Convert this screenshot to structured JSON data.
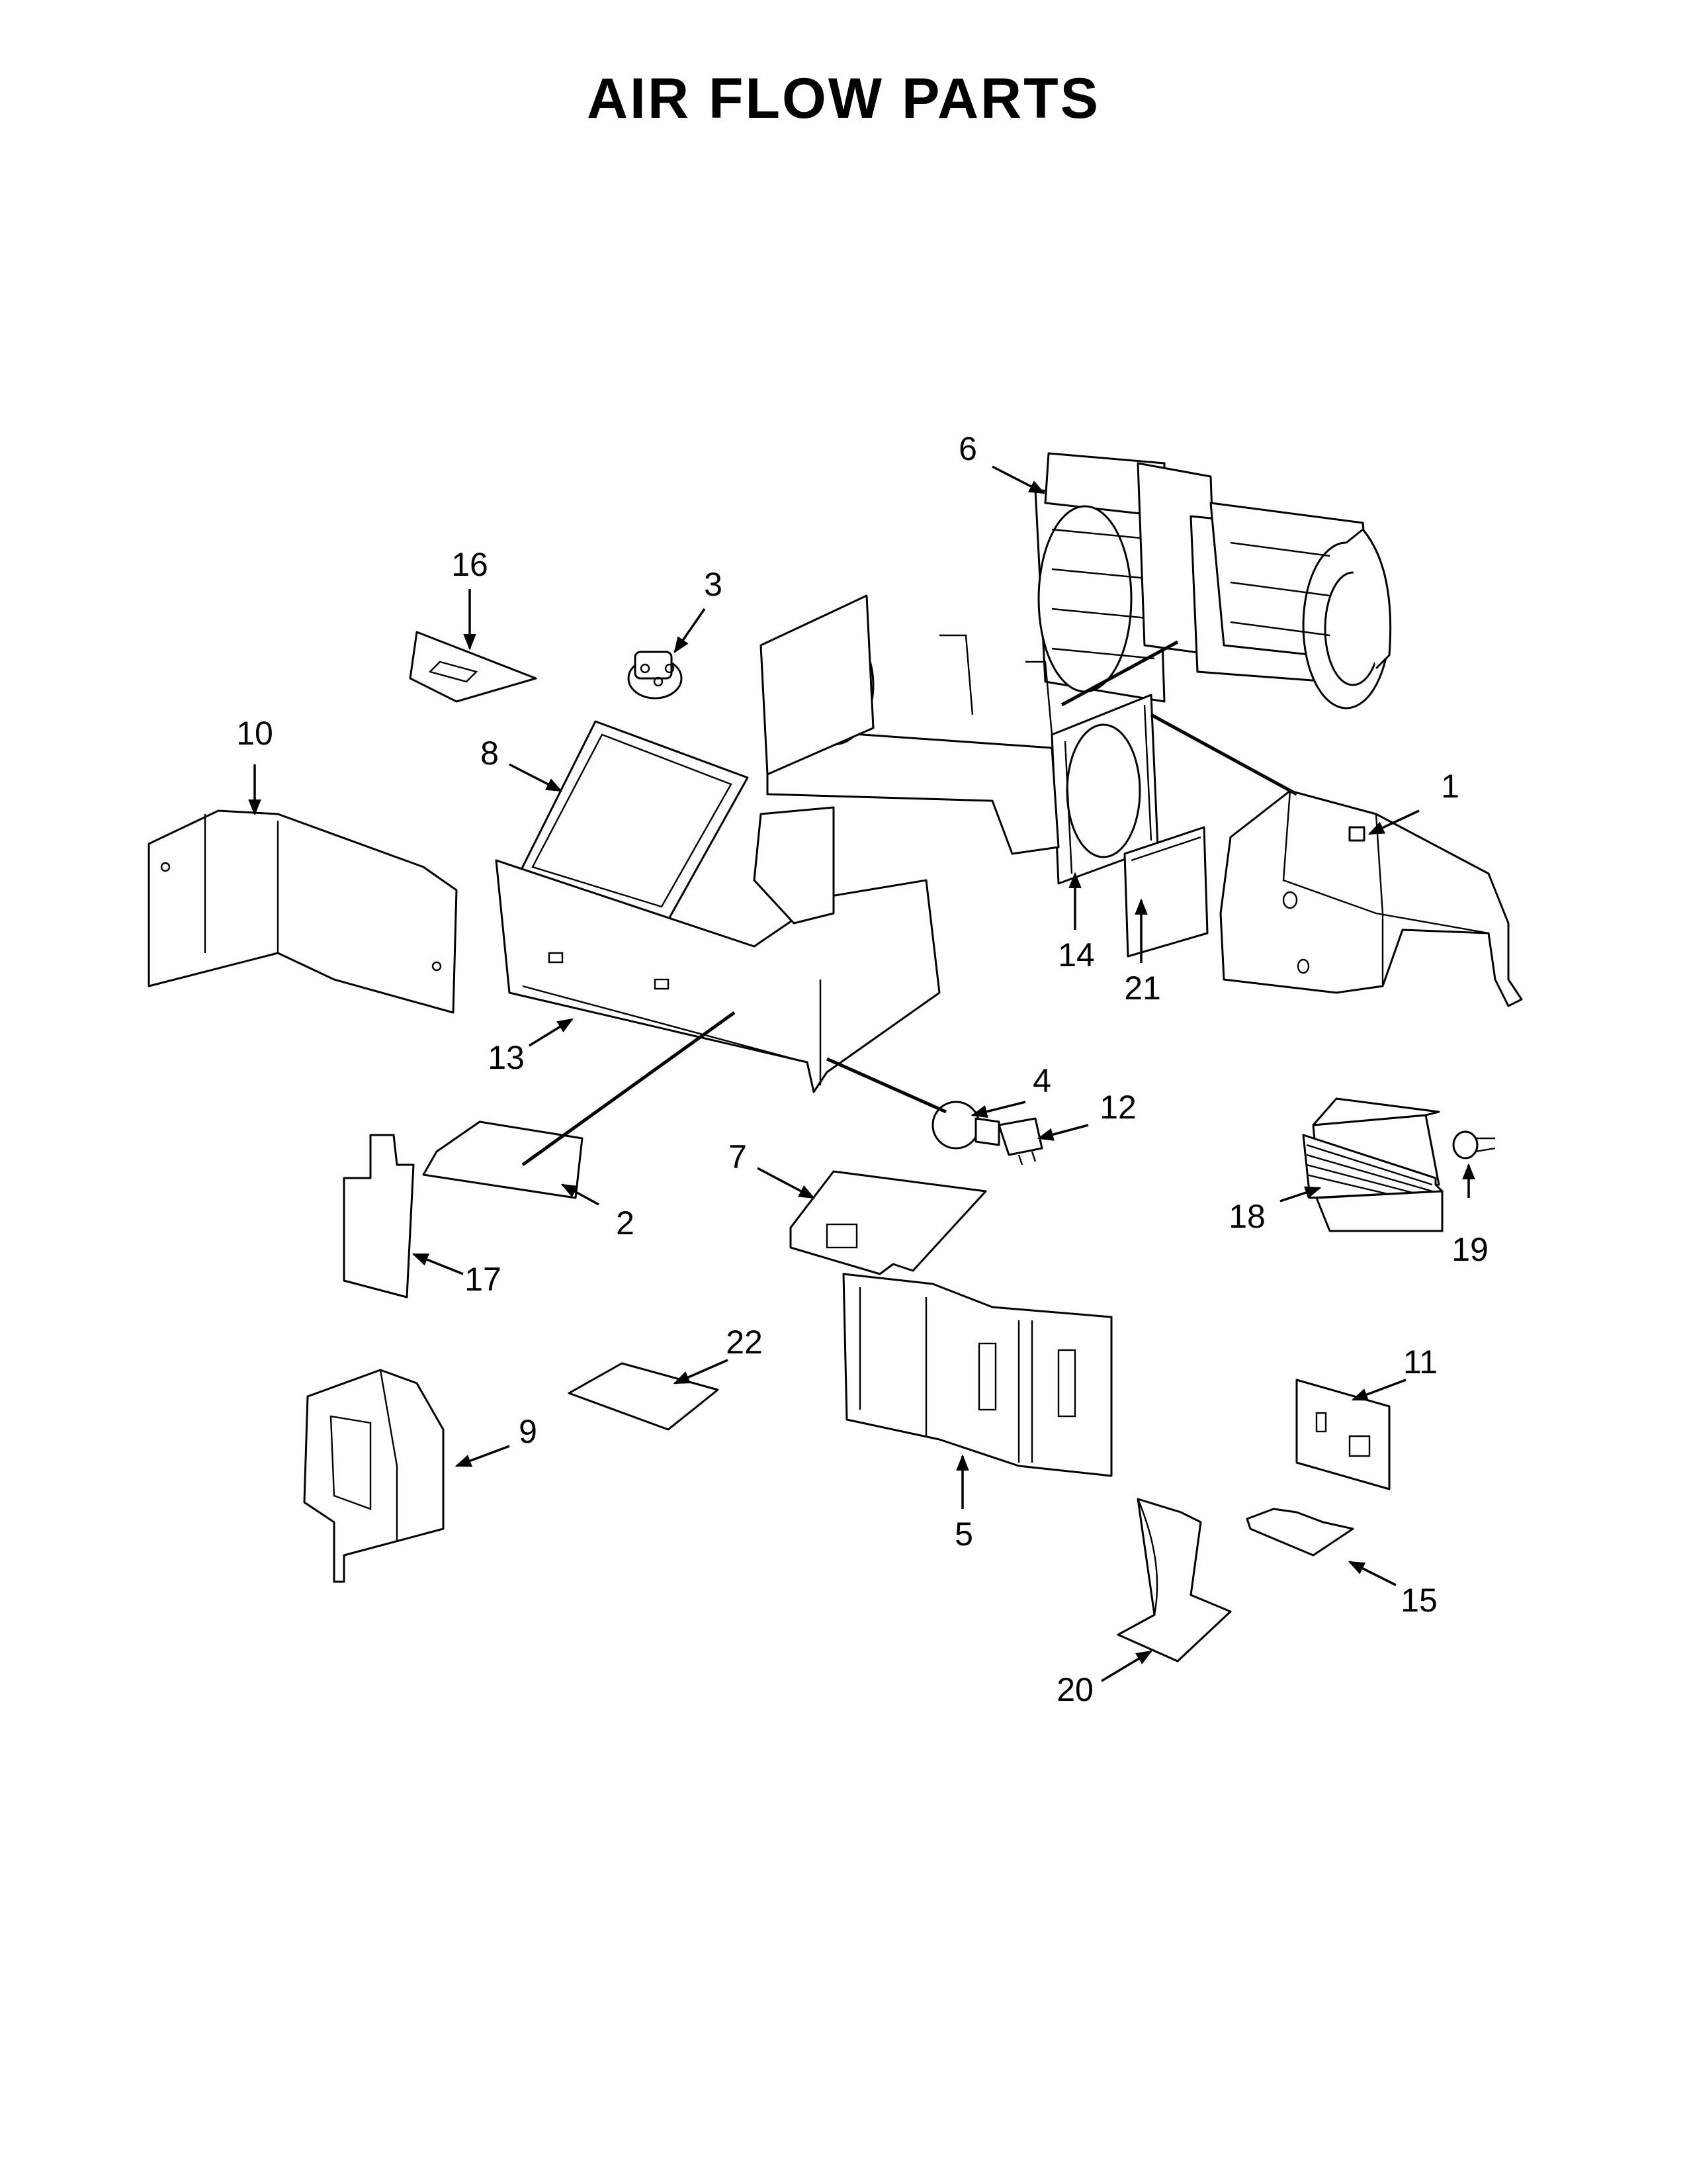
{
  "title": "AIR FLOW PARTS",
  "callouts": {
    "c1": "1",
    "c2": "2",
    "c3": "3",
    "c4": "4",
    "c5": "5",
    "c6": "6",
    "c7": "7",
    "c8": "8",
    "c9": "9",
    "c10": "10",
    "c11": "11",
    "c12": "12",
    "c13": "13",
    "c14": "14",
    "c15": "15",
    "c16": "16",
    "c17": "17",
    "c18": "18",
    "c19": "19",
    "c20": "20",
    "c21": "21",
    "c22": "22"
  }
}
